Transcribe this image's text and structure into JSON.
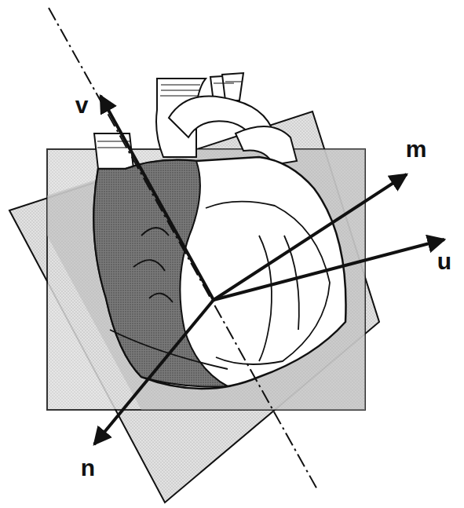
{
  "diagram": {
    "labels": [
      "v",
      "m",
      "u",
      "n"
    ]
  }
}
